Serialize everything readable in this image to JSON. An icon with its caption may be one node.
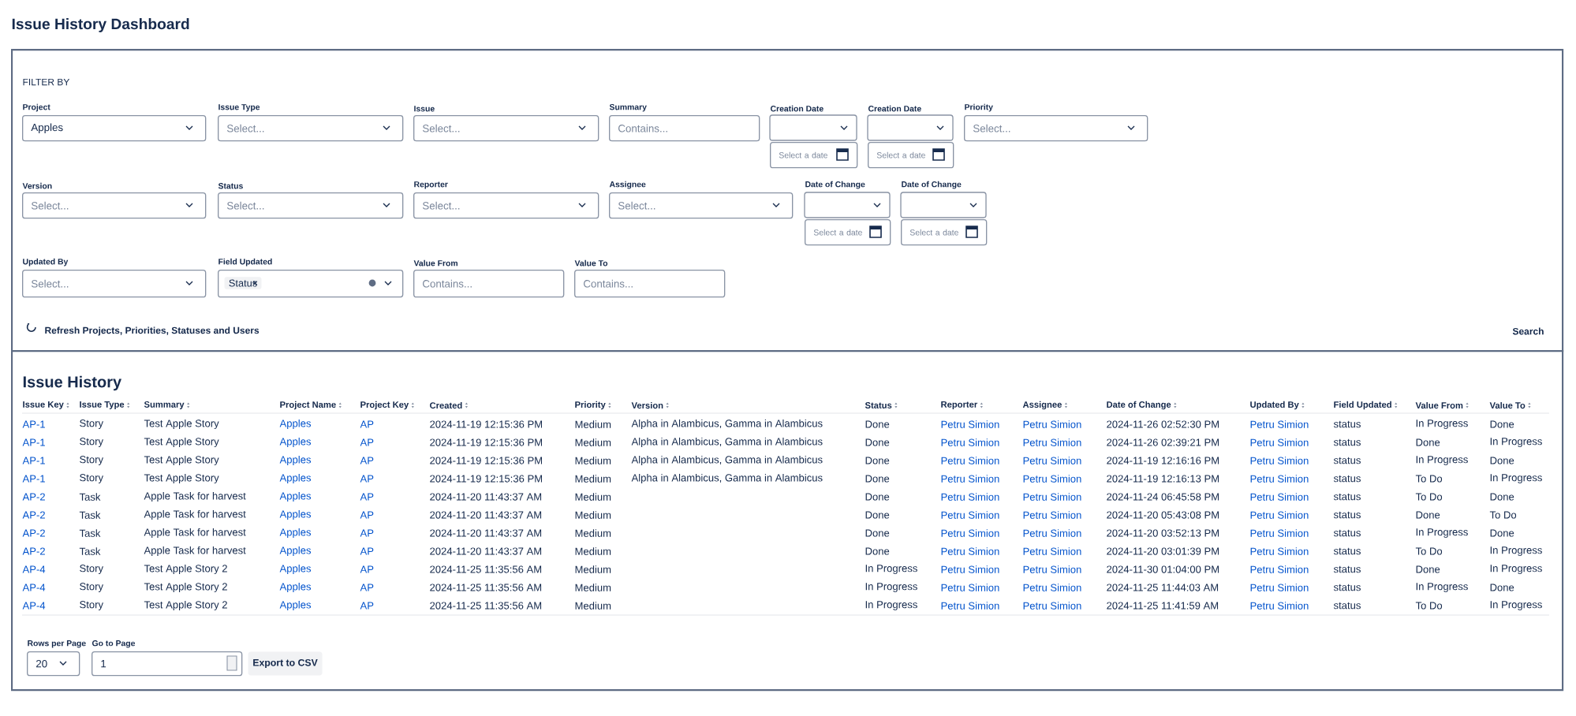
{
  "diagram": {
    "title": "Issue History Dashboard",
    "nodes": [
      {
        "text": [
          "FILTER BY"
        ]
      },
      {
        "text": [
          "Project",
          "Apples"
        ],
        "in": 0
      },
      {
        "text": [
          "Issue Type",
          "Select..."
        ],
        "in": 0
      },
      {
        "text": [
          "Issue",
          "Select..."
        ],
        "in": 0
      },
      {
        "text": [
          "Summary",
          "Contains..."
        ],
        "in": 0
      },
      {
        "text": [
          "Creation Date",
          "Select a date"
        ],
        "in": 0
      },
      {
        "text": [
          "Creation Date",
          "Select a date"
        ],
        "in": 0
      },
      {
        "text": [
          "Priority",
          "Select..."
        ],
        "in": 0
      },
      {
        "text": [
          "Version",
          "Select..."
        ],
        "in": 0
      },
      {
        "text": [
          "Status",
          "Select..."
        ],
        "in": 0
      },
      {
        "text": [
          "Reporter",
          "Select..."
        ],
        "in": 0
      },
      {
        "text": [
          "Assignee",
          "Select..."
        ],
        "in": 0
      },
      {
        "text": [
          "Date of Change",
          "Select a date"
        ],
        "in": 0
      },
      {
        "text": [
          "Date of Change",
          "Select a date"
        ],
        "in": 0
      },
      {
        "text": [
          "Updated By",
          "Select..."
        ],
        "in": 0
      },
      {
        "text": [
          "Field Updated",
          "Status"
        ],
        "in": 0
      },
      {
        "text": [
          "Value From",
          "Contains..."
        ],
        "in": 0
      },
      {
        "text": [
          "Value To",
          "Contains..."
        ],
        "in": 0
      },
      {
        "text": [
          "Issue History"
        ]
      },
      {
        "text": [
          "Rows per Page",
          "20"
        ],
        "in": 18
      },
      {
        "text": [
          "Go to Page",
          "1"
        ],
        "in": 18
      },
      {
        "text": [
          "Export to CSV"
        ],
        "in": 18
      }
    ],
    "labels": [
      "Refresh Projects, Priorities, Statuses and Users",
      "Search",
      "Issue Key",
      "Issue Type",
      "Summary",
      "Project Name",
      "Project Key",
      "Created",
      "Priority",
      "Version",
      "Status",
      "Reporter",
      "Assignee",
      "Date of Change",
      "Updated By",
      "Field Updated",
      "Value From",
      "Value To",
      "AP-1",
      "Story",
      "Test Apple Story",
      "Apples",
      "AP",
      "2024-11-19 12:15:36 PM",
      "Medium",
      "Alpha in Alambicus, Gamma in Alambicus",
      "Done",
      "Petru Simion",
      "Petru Simion",
      "2024-11-26 02:52:30 PM",
      "Petru Simion",
      "status",
      "In Progress",
      "Done",
      "AP-1",
      "Story",
      "Test Apple Story",
      "Apples",
      "AP",
      "2024-11-19 12:15:36 PM",
      "Medium",
      "Alpha in Alambicus, Gamma in Alambicus",
      "Done",
      "Petru Simion",
      "Petru Simion",
      "2024-11-26 02:39:21 PM",
      "Petru Simion",
      "status",
      "Done",
      "In Progress",
      "AP-1",
      "Story",
      "Test Apple Story",
      "Apples",
      "AP",
      "2024-11-19 12:15:36 PM",
      "Medium",
      "Alpha in Alambicus, Gamma in Alambicus",
      "Done",
      "Petru Simion",
      "Petru Simion",
      "2024-11-19 12:16:16 PM",
      "Petru Simion",
      "status",
      "In Progress",
      "Done",
      "AP-1",
      "Story",
      "Test Apple Story",
      "Apples",
      "AP",
      "2024-11-19 12:15:36 PM",
      "Medium",
      "Alpha in Alambicus, Gamma in Alambicus",
      "Done",
      "Petru Simion",
      "Petru Simion",
      "2024-11-19 12:16:13 PM",
      "Petru Simion",
      "status",
      "To Do",
      "In Progress",
      "AP-2",
      "Task",
      "Apple Task for harvest",
      "Apples",
      "AP",
      "2024-11-20 11:43:37 AM",
      "Medium",
      "Done",
      "Petru Simion",
      "Petru Simion",
      "2024-11-24 06:45:58 PM",
      "Petru Simion",
      "status",
      "To Do",
      "Done",
      "AP-2",
      "Task",
      "Apple Task for harvest",
      "Apples",
      "AP",
      "2024-11-20 11:43:37 AM",
      "Medium",
      "Done",
      "Petru Simion",
      "Petru Simion",
      "2024-11-20 05:43:08 PM",
      "Petru Simion",
      "status",
      "Done",
      "To Do",
      "AP-2",
      "Task",
      "Apple Task for harvest",
      "Apples",
      "AP",
      "2024-11-20 11:43:37 AM",
      "Medium",
      "Done",
      "Petru Simion",
      "Petru Simion",
      "2024-11-20 03:52:13 PM",
      "Petru Simion",
      "status",
      "In Progress",
      "Done",
      "AP-2",
      "Task",
      "Apple Task for harvest",
      "Apples",
      "AP",
      "2024-11-20 11:43:37 AM",
      "Medium",
      "Done",
      "Petru Simion",
      "Petru Simion",
      "2024-11-20 03:01:39 PM",
      "Petru Simion",
      "status",
      "To Do",
      "In Progress",
      "AP-4",
      "Story",
      "Test Apple Story 2",
      "Apples",
      "AP",
      "2024-11-25 11:35:56 AM",
      "Medium",
      "In Progress",
      "Petru Simion",
      "Petru Simion",
      "2024-11-30 01:04:00 PM",
      "Petru Simion",
      "status",
      "Done",
      "In Progress",
      "AP-4",
      "Story",
      "Test Apple Story 2",
      "Apples",
      "AP",
      "2024-11-25 11:35:56 AM",
      "Medium",
      "In Progress",
      "Petru Simion",
      "Petru Simion",
      "2024-11-25 11:44:03 AM",
      "Petru Simion",
      "status",
      "In Progress",
      "Done",
      "AP-4",
      "Story",
      "Test Apple Story 2",
      "Apples",
      "AP",
      "2024-11-25 11:35:56 AM",
      "Medium",
      "In Progress",
      "Petru Simion",
      "Petru Simion",
      "2024-11-25 11:41:59 AM",
      "Petru Simion",
      "status",
      "To Do",
      "In Progress"
    ]
  }
}
